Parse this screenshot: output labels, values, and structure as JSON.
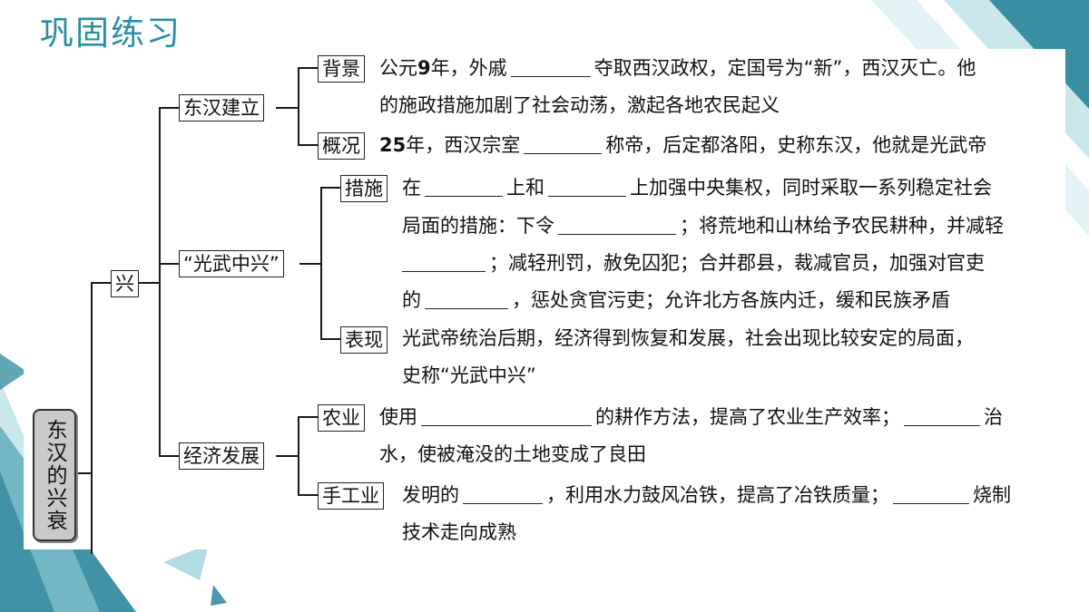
{
  "page_title": "巩固练习",
  "root_label": "东汉的兴衰",
  "xing_label": "兴",
  "branches": {
    "dhjl": {
      "label": "东汉建立",
      "beijing": {
        "tag": "背景",
        "l1_a": "公元",
        "l1_num": "9",
        "l1_b": "年，外戚",
        "l1_c": "夺取西汉政权，定国号为“新”，西汉灭亡。他",
        "l2": "的施政措施加剧了社会动荡，激起各地农民起义"
      },
      "gaikuang": {
        "tag": "概况",
        "num": "25",
        "a": "年，西汉宗室",
        "b": "称帝，后定都洛阳，史称东汉，他就是光武帝"
      }
    },
    "gwzx": {
      "label": "“光武中兴”",
      "cuoshi": {
        "tag": "措施",
        "l1_a": "在",
        "l1_b": "上和",
        "l1_c": "上加强中央集权，同时采取一系列稳定社会",
        "l2_a": "局面的措施：下令",
        "l2_b": "；将荒地和山林给予农民耕种，并减轻",
        "l3_b": "；减轻刑罚，赦免囚犯；合并郡县，裁减官员，加强对官吏",
        "l4_a": "的",
        "l4_b": "，惩处贪官污吏；允许北方各族内迁，缓和民族矛盾"
      },
      "biaoxian": {
        "tag": "表现",
        "l1": "光武帝统治后期，经济得到恢复和发展，社会出现比较安定的局面，",
        "l2": "史称“光武中兴”"
      }
    },
    "jjfz": {
      "label": "经济发展",
      "nongye": {
        "tag": "农业",
        "l1_a": "使用",
        "l1_b": "的耕作方法，提高了农业生产效率；",
        "l1_c": "治",
        "l2": "水，使被淹没的土地变成了良田"
      },
      "shougongye": {
        "tag": "手工业",
        "l1_a": "发明的",
        "l1_b": "，利用水力鼓风冶铁，提高了冶铁质量；",
        "l1_c": "烧制",
        "l2": "技术走向成熟"
      }
    }
  },
  "colors": {
    "title": "#2a8fa5",
    "decor_dark": "#1f7f94",
    "decor_light": "#9fd3dd"
  }
}
